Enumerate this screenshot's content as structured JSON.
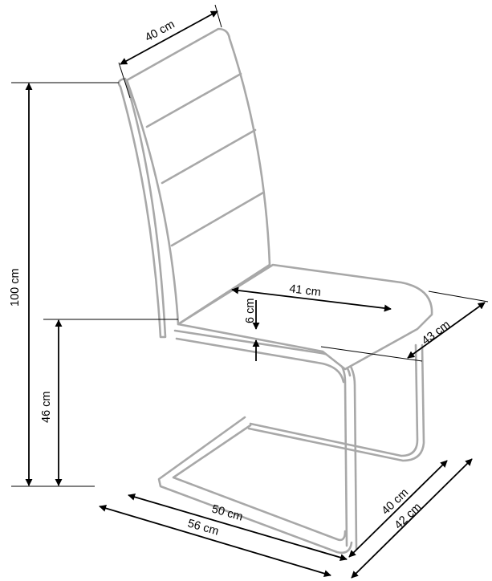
{
  "diagram": {
    "type": "product dimension drawing",
    "subject": "cantilever dining chair",
    "colors": {
      "chair_outline": "#a8a8a8",
      "dimension_lines": "#000000",
      "background": "#ffffff"
    },
    "dimensions": {
      "backrest_width": "40 cm",
      "total_height": "100 cm",
      "seat_height": "46 cm",
      "seat_width": "41 cm",
      "seat_thickness": "6 cm",
      "seat_depth": "43 cm",
      "base_depth_inner": "50 cm",
      "total_depth": "56 cm",
      "base_width_inner": "40 cm",
      "total_width": "42 cm"
    }
  }
}
